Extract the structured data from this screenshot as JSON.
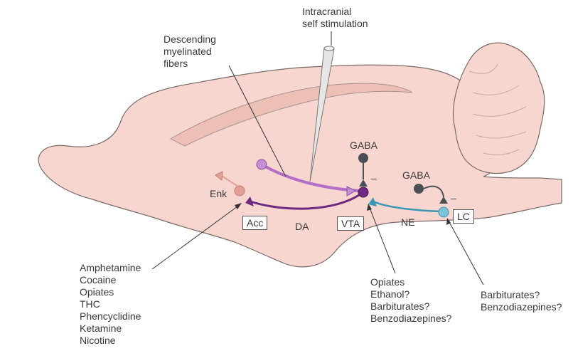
{
  "labels": {
    "descending": [
      "Descending",
      "myelinated",
      "fibers"
    ],
    "intracranial": [
      "Intracranial",
      "self stimulation"
    ],
    "gaba_vta": "GABA",
    "gaba_lc": "GABA",
    "minus_vta": "–",
    "minus_lc": "–",
    "enk": "Enk",
    "da": "DA",
    "ne": "NE"
  },
  "boxes": {
    "acc": "Acc",
    "vta": "VTA",
    "lc": "LC"
  },
  "drug_lists": {
    "acc": [
      "Amphetamine",
      "Cocaine",
      "Opiates",
      "THC",
      "Phencyclidine",
      "Ketamine",
      "Nicotine"
    ],
    "vta": [
      "Opiates",
      "Ethanol?",
      "Barbiturates?",
      "Benzodiazepines?"
    ],
    "lc": [
      "Barbiturates?",
      "Benzodiazepines?"
    ]
  },
  "colors": {
    "brain": "#f6d6cf",
    "brain_outline": "#7a6a66",
    "myelinated": "#b46ec8",
    "dopamine": "#6e2a7e",
    "norepinephrine": "#3b97b5",
    "gaba": "#4a4e55",
    "enkephalin": "#e0a098"
  }
}
